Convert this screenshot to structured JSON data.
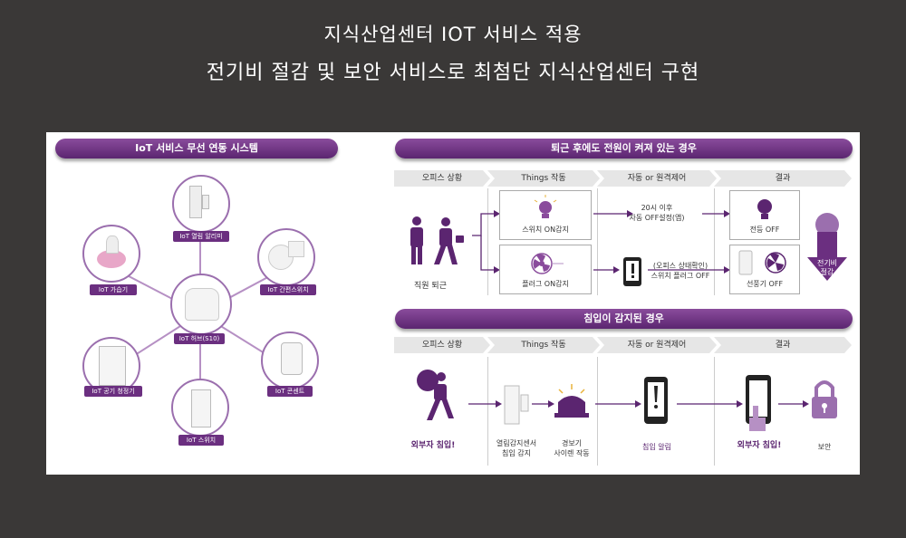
{
  "header": {
    "line1": "지식산업센터 IOT 서비스 적용",
    "line2": "전기비 절감 및 보안 서비스로 최첨단 지식산업센터 구현"
  },
  "left": {
    "title": "IoT 서비스 무선 연동 시스템",
    "devices": {
      "hub": "IoT 허브(S10)",
      "door": "IoT 열림 알리미",
      "humid": "IoT 가습기",
      "wall": "IoT 간편스위치",
      "air": "IoT 공기 청정기",
      "plug": "IoT 콘센트",
      "switch": "IoT 스위치"
    }
  },
  "top_flow": {
    "title": "퇴근 후에도 전원이 켜져 있는 경우",
    "cols": [
      "오피스 상황",
      "Things 작동",
      "자동 or 원격제어",
      "결과"
    ],
    "person": "직원 퇴근",
    "sense1": "스위치 ON감지",
    "sense2": "플러그 ON감지",
    "ctrl1": [
      "20시 이후",
      "자동 OFF설정(앱)"
    ],
    "ctrl2": [
      "(오피스 상태확인)",
      "스위치 플러그 OFF"
    ],
    "res1": "전등 OFF",
    "res2": "선풍기 OFF",
    "saving": [
      "전기비",
      "절감"
    ]
  },
  "bottom_flow": {
    "title": "침입이 감지된 경우",
    "cols": [
      "오피스 상황",
      "Things 작동",
      "자동 or 원격제어",
      "결과"
    ],
    "intruder": "외부자 침입!",
    "sensor": [
      "열림감지센서",
      "침입 감지"
    ],
    "siren": [
      "경보기",
      "사이렌 작동"
    ],
    "alert": "침입 알림",
    "phone": "외부자 침입!",
    "secure": "보안"
  },
  "colors": {
    "background": "#3a3837",
    "panel": "#ffffff",
    "accent": "#6b2f80",
    "accent_light": "#9b6fae"
  }
}
